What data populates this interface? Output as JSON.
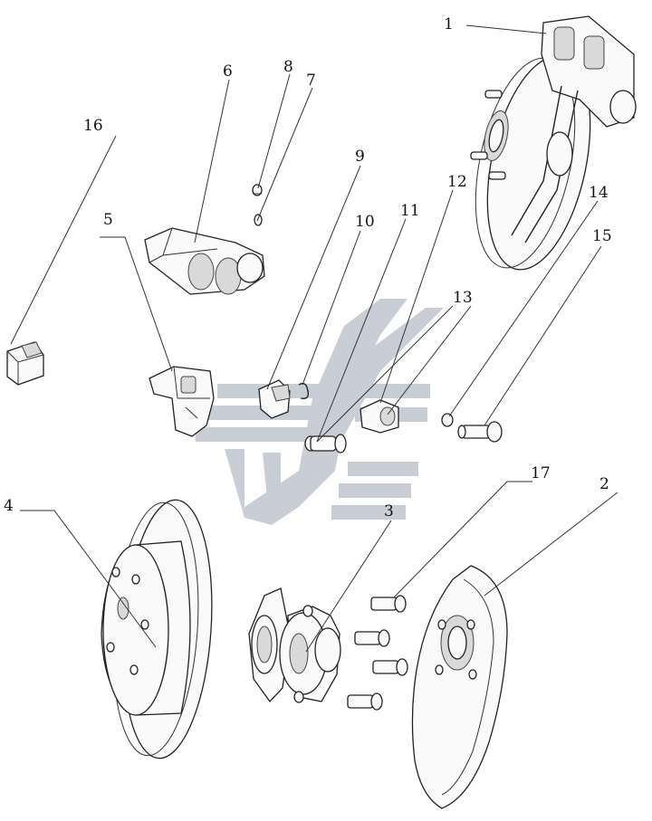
{
  "diagram": {
    "callouts": [
      {
        "id": "callout-1",
        "text": "1"
      },
      {
        "id": "callout-2",
        "text": "2"
      },
      {
        "id": "callout-3",
        "text": "3"
      },
      {
        "id": "callout-4",
        "text": "4"
      },
      {
        "id": "callout-5",
        "text": "5"
      },
      {
        "id": "callout-6",
        "text": "6"
      },
      {
        "id": "callout-7",
        "text": "7"
      },
      {
        "id": "callout-8",
        "text": "8"
      },
      {
        "id": "callout-9",
        "text": "9"
      },
      {
        "id": "callout-10",
        "text": "10"
      },
      {
        "id": "callout-11",
        "text": "11"
      },
      {
        "id": "callout-12",
        "text": "12"
      },
      {
        "id": "callout-13",
        "text": "13"
      },
      {
        "id": "callout-14",
        "text": "14"
      },
      {
        "id": "callout-15",
        "text": "15"
      },
      {
        "id": "callout-16",
        "text": "16"
      },
      {
        "id": "callout-17",
        "text": "17"
      }
    ]
  }
}
